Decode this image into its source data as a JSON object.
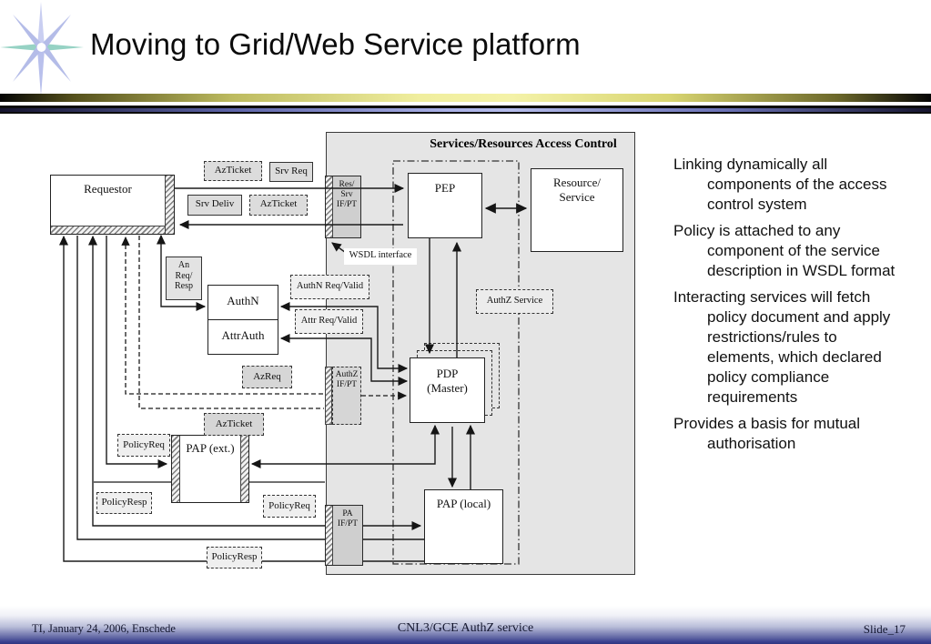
{
  "slide_title": "Moving to Grid/Web Service platform",
  "diagram": {
    "region_title": "Services/Resources Access Control",
    "boxes": {
      "requestor": "Requestor",
      "pep": "PEP",
      "resource": "Resource/\nService",
      "authn": "AuthN",
      "attrauth": "AttrAuth",
      "pdp": "PDP\n(Master)",
      "pap_ext": "PAP (ext.)",
      "pap_local": "PAP (local)",
      "res_srv_ifpt": "Res/\nSrv\nIF/PT",
      "authz_ifpt": "AuthZ\nIF/PT",
      "pa_ifpt": "PA\nIF/PT"
    },
    "labels": {
      "azticket_top": "AzTicket",
      "srv_req": "Srv Req",
      "srv_deliv": "Srv Deliv",
      "azticket_return": "AzTicket",
      "an_req_resp": "An\nReq/\nResp",
      "authn_req_valid": "AuthN Req/Valid",
      "attr_req_valid": "Attr Req/Valid",
      "azreq": "AzReq",
      "azticket_mid": "AzTicket",
      "policyreq_left": "PolicyReq",
      "policyresp_left": "PolicyResp",
      "policyreq_mid": "PolicyReq",
      "policyresp_bottom": "PolicyResp",
      "wsdl_interface": "WSDL interface",
      "authz_service": "AuthZ Service"
    }
  },
  "bullets": [
    "Linking dynamically all components of the access control system",
    "Policy is attached to any component of the service description in WSDL format",
    "Interacting services will fetch policy document and apply restrictions/rules to elements, which declared policy compliance requirements",
    "Provides a basis for mutual authorisation"
  ],
  "footer": {
    "left": "TI, January 24, 2006, Enschede",
    "center": "CNL3/GCE AuthZ service",
    "right": "Slide_17"
  },
  "colors": {
    "accent_navy": "#2f357f",
    "band_yellow": "#f0ee9e",
    "band_blue": "#aab2e8",
    "diagram_gray": "#e5e5e5"
  }
}
